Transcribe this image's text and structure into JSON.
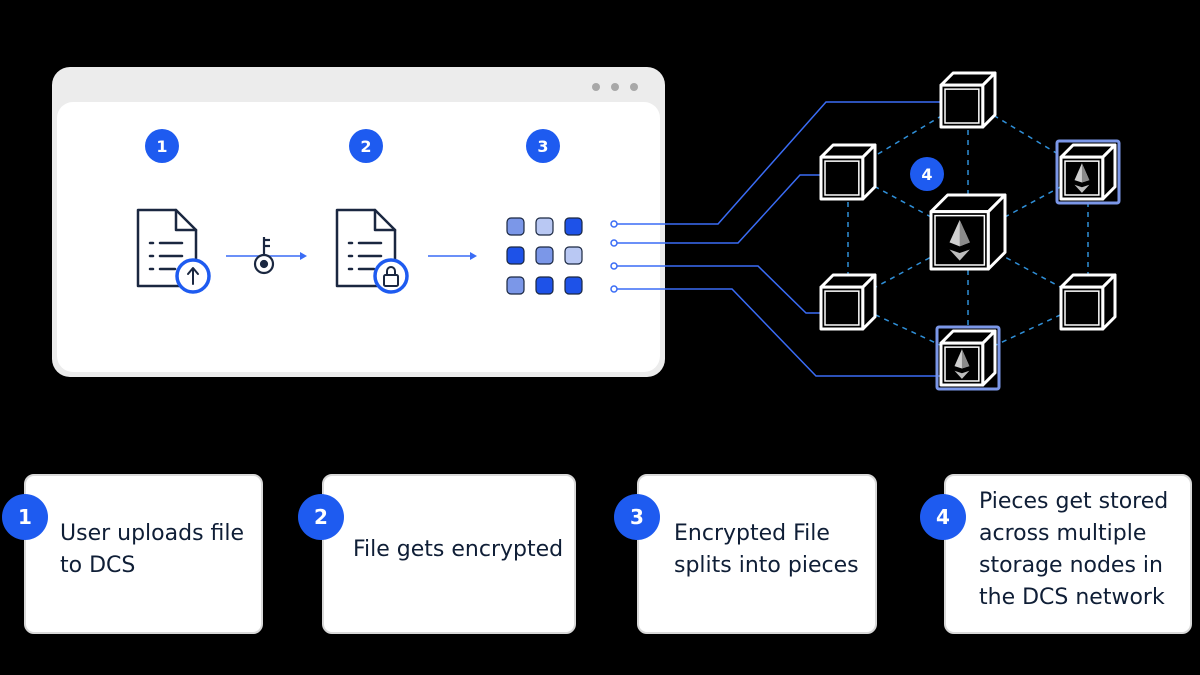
{
  "steps": [
    {
      "number": "1",
      "lines": [
        "User uploads file",
        "to DCS"
      ]
    },
    {
      "number": "2",
      "lines": [
        "File gets encrypted"
      ]
    },
    {
      "number": "3",
      "lines": [
        "Encrypted File",
        "splits into pieces"
      ]
    },
    {
      "number": "4",
      "lines": [
        "Pieces get stored",
        "across multiple",
        "storage nodes in",
        "the DCS network"
      ]
    }
  ],
  "colors": {
    "accent": "#1e5bf0",
    "line": "#3a6cf5",
    "dashed": "#2f8fd8",
    "piece_dark": "#1e52e8",
    "piece_mid": "#7b97e8",
    "piece_light": "#b9c8f3",
    "text_dark": "#0f1e36"
  },
  "icons": [
    "file-upload-icon",
    "key-icon",
    "file-lock-icon",
    "pieces-grid-icon",
    "node-cube-icon",
    "ethereum-icon"
  ]
}
